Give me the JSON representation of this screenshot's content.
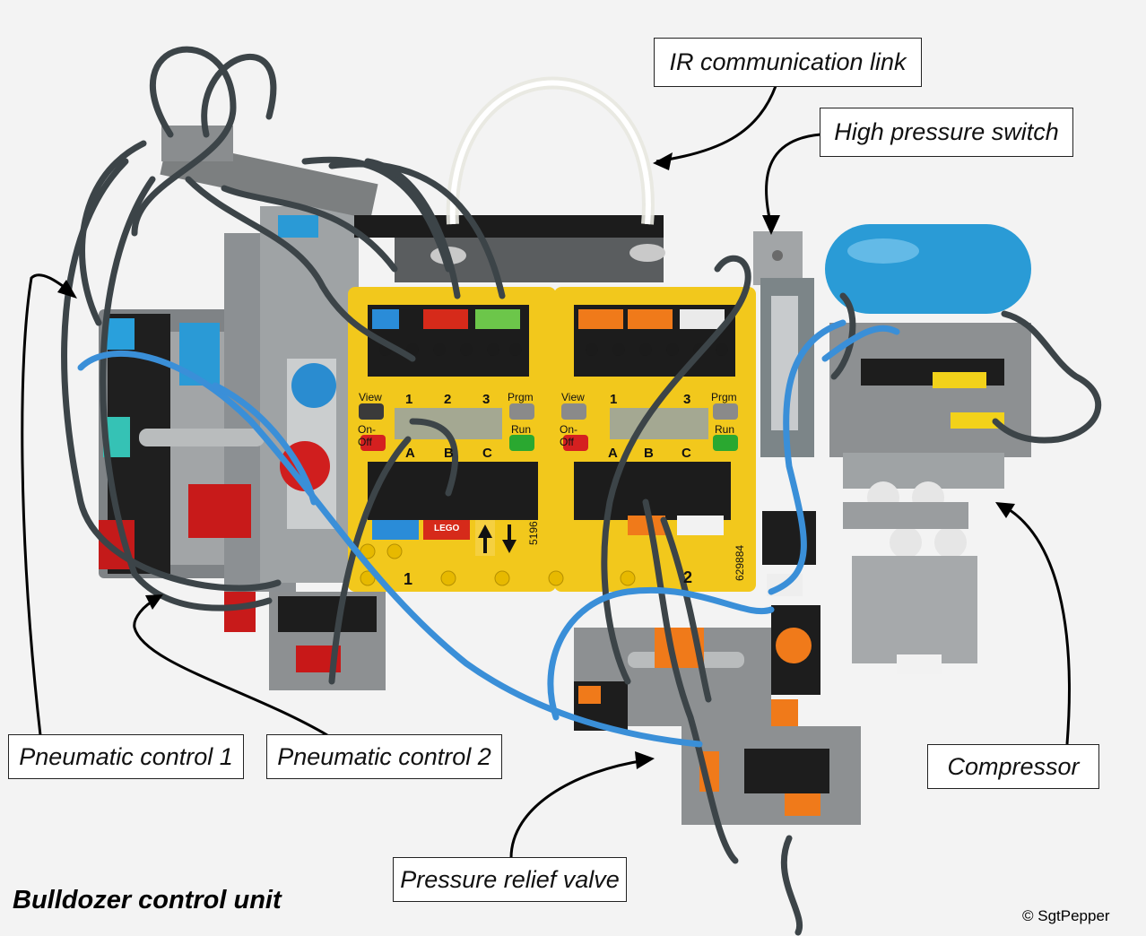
{
  "title": "Bulldozer control unit",
  "copyright": "© SgtPepper",
  "labels": {
    "ir_link": "IR communication link",
    "high_pressure_switch": "High pressure switch",
    "pneumatic_control_1": "Pneumatic control 1",
    "pneumatic_control_2": "Pneumatic control 2",
    "compressor": "Compressor",
    "pressure_relief_valve": "Pressure relief valve"
  },
  "rcx": {
    "left": {
      "view": "View",
      "prgm": "Prgm",
      "on_off": "On-Off",
      "run": "Run",
      "ports_top": [
        "1",
        "2",
        "3"
      ],
      "ports_bottom": [
        "A",
        "B",
        "C"
      ],
      "id": "1",
      "logo": "LEGO",
      "part": "5196"
    },
    "right": {
      "view": "View",
      "prgm": "Prgm",
      "on_off": "On-Off",
      "run": "Run",
      "ports_top": [
        "1",
        "3"
      ],
      "ports_bottom": [
        "A",
        "B",
        "C"
      ],
      "id": "2",
      "part": "629884"
    }
  },
  "colors": {
    "rcx_yellow": "#f2c81c",
    "tube_blue": "#3a8fd8",
    "tank_blue": "#2a9bd6",
    "cable_gray": "#3c4448",
    "brick_gray": "#9a9a9a",
    "brick_red": "#cc1a1a",
    "brick_orange": "#f07a1a"
  }
}
